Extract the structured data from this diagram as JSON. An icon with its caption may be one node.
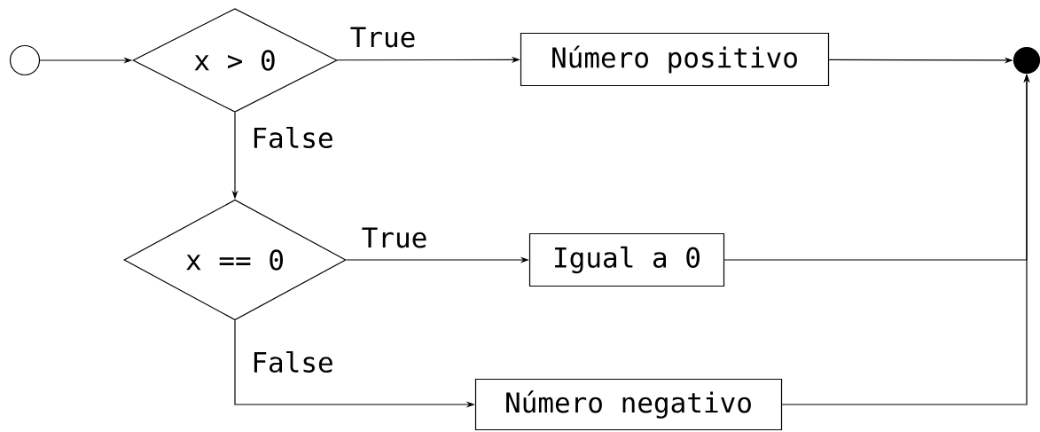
{
  "diagram": {
    "nodes": [
      {
        "text": [],
        "shape": "circle"
      },
      {
        "text": [
          "x > 0"
        ]
      },
      {
        "text": [
          "Número positivo"
        ]
      },
      {
        "text": [],
        "shape": "circle"
      },
      {
        "text": [
          "x == 0"
        ]
      },
      {
        "text": [
          "Igual a 0"
        ]
      },
      {
        "text": [
          "Número negativo"
        ]
      }
    ],
    "edges": [
      {
        "from": 0,
        "to": 1,
        "arrow": "to"
      },
      {
        "from": 1,
        "to": 2,
        "arrow": "to",
        "label": "True"
      },
      {
        "from": 1,
        "to": 4,
        "arrow": "to",
        "label": "False"
      },
      {
        "from": 4,
        "to": 5,
        "arrow": "to",
        "label": "True"
      },
      {
        "from": 4,
        "to": 6,
        "arrow": "to",
        "label": "False"
      },
      {
        "from": 2,
        "to": 3,
        "arrow": "to"
      },
      {
        "from": 5,
        "to": 3,
        "arrow": "to"
      },
      {
        "from": 6,
        "to": 3,
        "arrow": "to"
      }
    ]
  }
}
